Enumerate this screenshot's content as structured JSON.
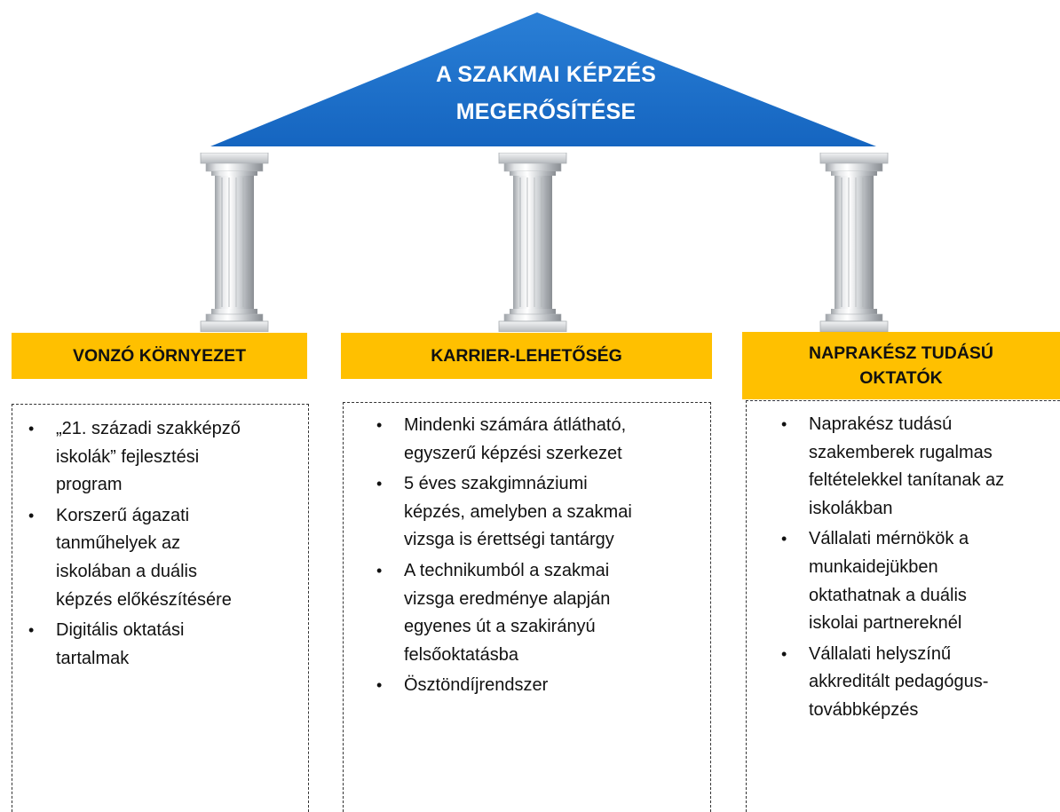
{
  "roof": {
    "title_line1": "A SZAKMAI KÉPZÉS",
    "title_line2": "MEGERŐSÍTÉSE",
    "color": "#1f6fc8"
  },
  "accent_color": "#ffc000",
  "columns": [
    {
      "heading_line1": "VONZÓ KÖRNYEZET",
      "heading_line2": "",
      "items": [
        [
          "„21. századi szakképző",
          "iskolák” fejlesztési",
          "program"
        ],
        [
          "Korszerű ágazati",
          "tanműhelyek az",
          "iskolában a duális",
          "képzés előkészítésére"
        ],
        [
          "Digitális oktatási",
          "tartalmak"
        ]
      ]
    },
    {
      "heading_line1": "KARRIER-LEHETŐSÉG",
      "heading_line2": "",
      "items": [
        [
          "Mindenki számára átlátható,",
          "egyszerű képzési szerkezet"
        ],
        [
          "5 éves szakgimnáziumi",
          "képzés, amelyben a szakmai",
          "vizsga is érettségi tantárgy"
        ],
        [
          "A technikumból a szakmai",
          "vizsga eredménye alapján",
          "egyenes út a szakirányú",
          "felsőoktatásba"
        ],
        [
          "Ösztöndíjrendszer"
        ]
      ]
    },
    {
      "heading_line1": "NAPRAKÉSZ TUDÁSÚ",
      "heading_line2": "OKTATÓK",
      "items": [
        [
          "Naprakész tudású",
          "szakemberek rugalmas",
          "feltételekkel tanítanak az",
          "iskolákban"
        ],
        [
          "Vállalati mérnökök a",
          "munkaidejükben",
          "oktathatnak a duális",
          "iskolai partnereknél"
        ],
        [
          "Vállalati helyszínű",
          "akkreditált pedagógus-",
          "továbbképzés"
        ]
      ]
    }
  ]
}
